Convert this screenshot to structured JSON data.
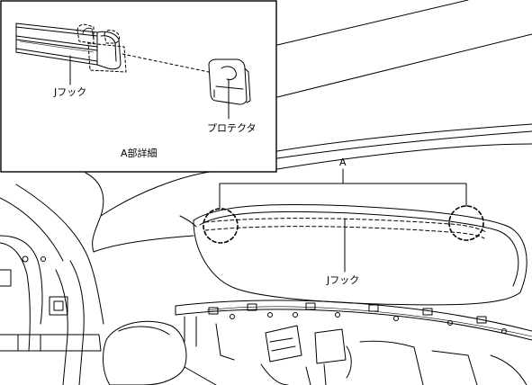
{
  "labels": {
    "j_hook_inset": "Jフック",
    "protector": "プロテクタ",
    "detail_a": "A部詳細",
    "callout_a": "A",
    "j_hook_main": "Jフック"
  },
  "colors": {
    "line": "#000000",
    "background": "#ffffff"
  }
}
